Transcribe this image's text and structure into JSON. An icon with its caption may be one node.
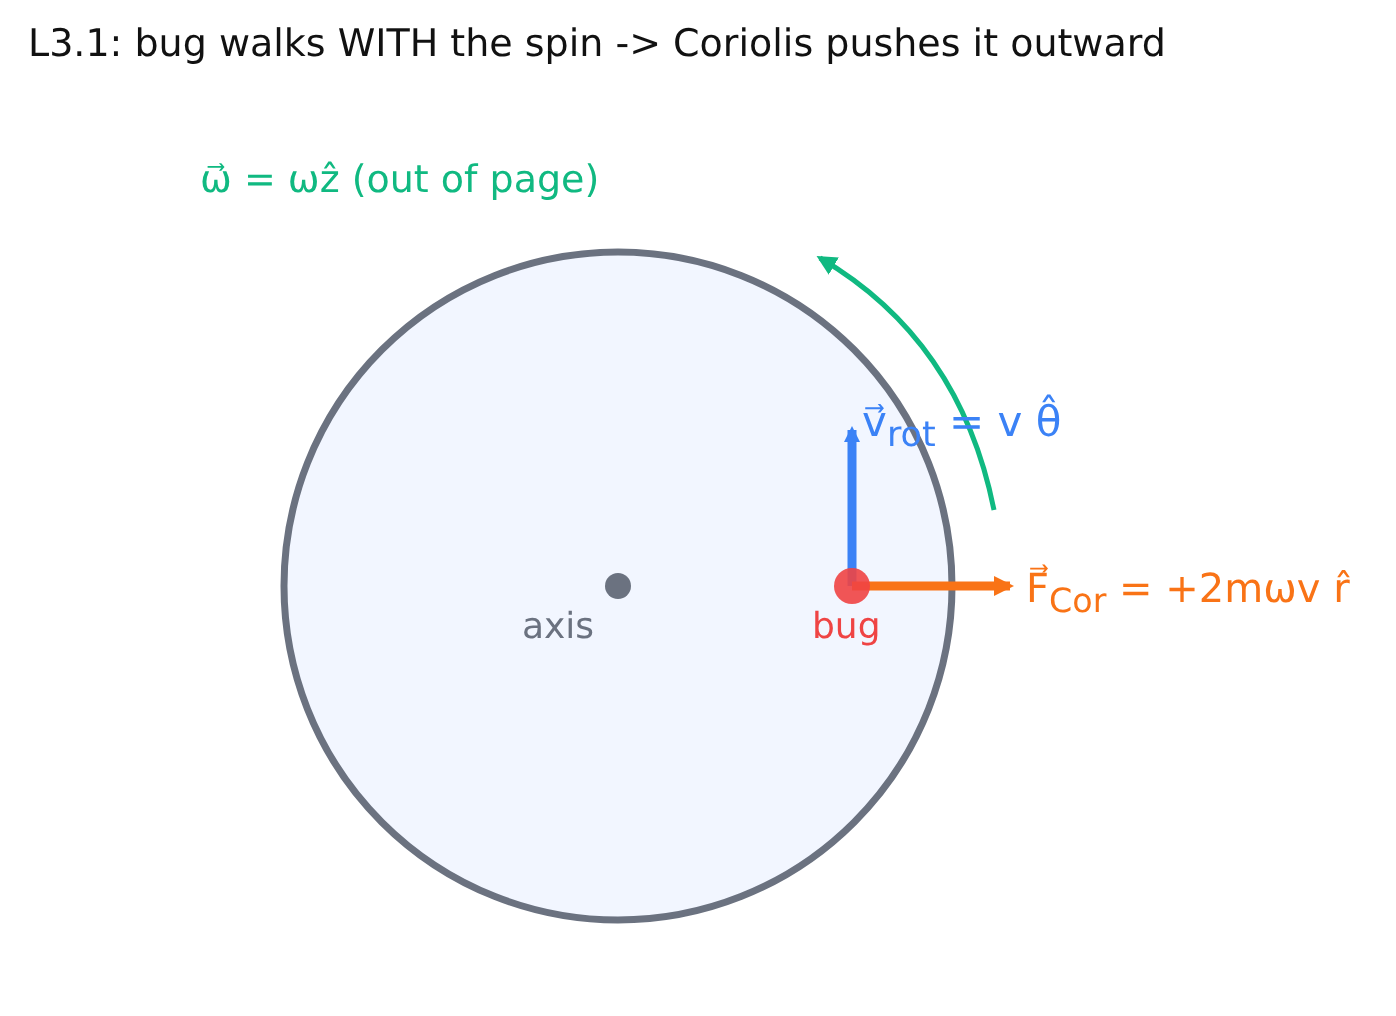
{
  "diagram": {
    "title": "L3.1: bug walks WITH the spin -> Coriolis pushes it outward",
    "labels": [
      "ω⃗ = ωẑ (out of page)",
      "v⃗$_{rot}$ = v θ̂",
      "axis",
      "bug",
      "F⃗$_{Cor}$ = +2mωv r̂"
    ]
  }
}
